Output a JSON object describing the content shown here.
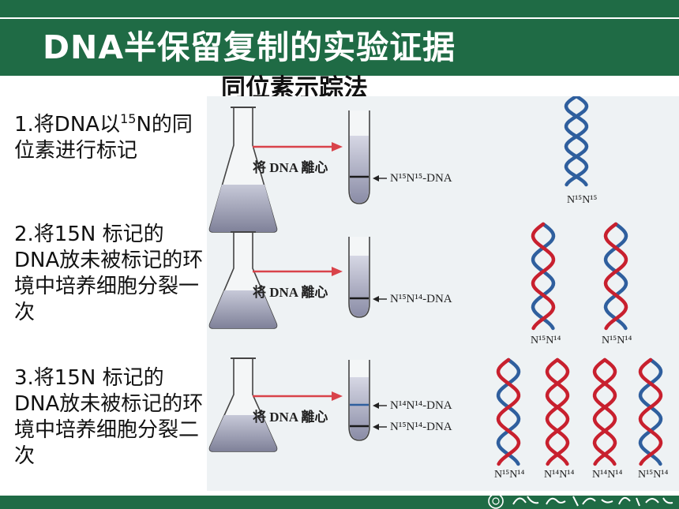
{
  "title": "DNA半保留复制的实验证据",
  "subtitle": "同位素示踪法",
  "steps": [
    {
      "prefix": "1.将DNA以",
      "sup": "15",
      "suffix": "N的同位素进行标记"
    },
    {
      "text": "2.将15N 标记的DNA放未被标记的环境中培养细胞分裂一次"
    },
    {
      "text": "3.将15N 标记的DNA放未被标记的环境中培养细胞分裂二次"
    }
  ],
  "figure": {
    "centrifuge_label": "将 DNA 離心",
    "bands": {
      "row1": "N¹⁵N¹⁵-DNA",
      "row2": "N¹⁵N¹⁴-DNA",
      "row3_top": "N¹⁴N¹⁴-DNA",
      "row3_bottom": "N¹⁵N¹⁴-DNA"
    },
    "strands": {
      "gen0": "N¹⁵N¹⁵",
      "gen1": [
        "N¹⁵N¹⁴",
        "N¹⁵N¹⁴"
      ],
      "gen2": [
        "N¹⁵N¹⁴",
        "N¹⁴N¹⁴",
        "N¹⁴N¹⁴",
        "N¹⁵N¹⁴"
      ]
    },
    "colors": {
      "heavy_strand": "#2f5f9e",
      "light_strand": "#c8202e",
      "arrow": "#d9434a",
      "liquid": "#9a9cb4"
    }
  },
  "colors": {
    "header": "#1f6b45"
  }
}
